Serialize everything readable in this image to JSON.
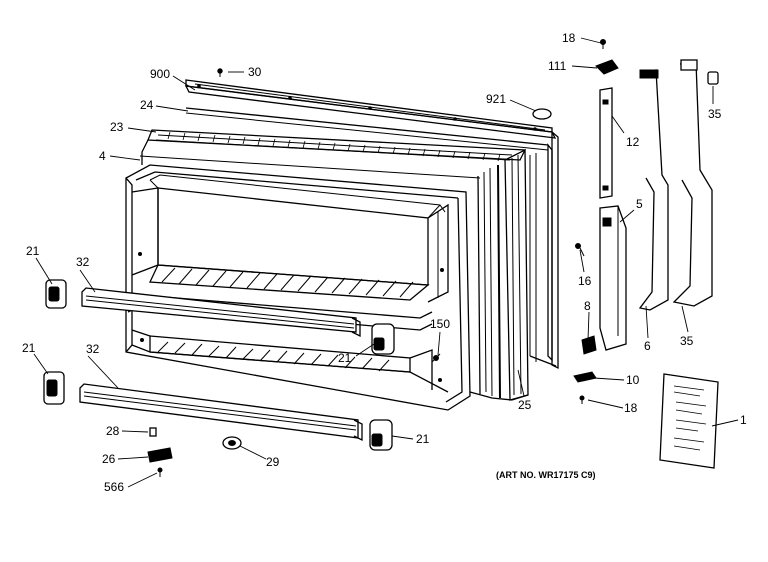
{
  "diagram": {
    "art_number": "(ART NO. WR17175 C9)",
    "callouts": {
      "p18a": "18",
      "p111": "111",
      "p12": "12",
      "p35a": "35",
      "p900": "900",
      "p30": "30",
      "p24": "24",
      "p921": "921",
      "p23": "23",
      "p4": "4",
      "p5": "5",
      "p16": "16",
      "p21a": "21",
      "p32a": "32",
      "p8": "8",
      "p150": "150",
      "p21b": "21",
      "p6": "6",
      "p35b": "35",
      "p21c": "21",
      "p32b": "32",
      "p10": "10",
      "p25": "25",
      "p18b": "18",
      "p1": "1",
      "p28": "28",
      "p21d": "21",
      "p26": "26",
      "p29": "29",
      "p566": "566"
    }
  }
}
